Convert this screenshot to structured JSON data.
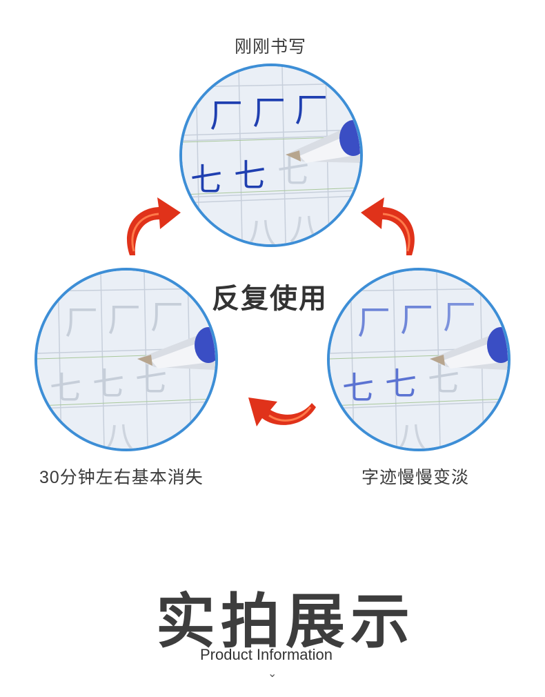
{
  "steps": {
    "top_label": "刚刚书写",
    "left_label": "30分钟左右基本消失",
    "right_label": "字迹慢慢变淡"
  },
  "center_title": "反复使用",
  "section": {
    "title": "实拍展示",
    "subtitle": "Product Information",
    "chevron": "⌄"
  },
  "practice": {
    "row1_char": "厂",
    "row2_char": "七",
    "row3_char": "八"
  },
  "colors": {
    "ring": "#3d8ed6",
    "ink": "#1f3fb0",
    "arrow": "#e0321a",
    "paper": "#e9eef5"
  }
}
